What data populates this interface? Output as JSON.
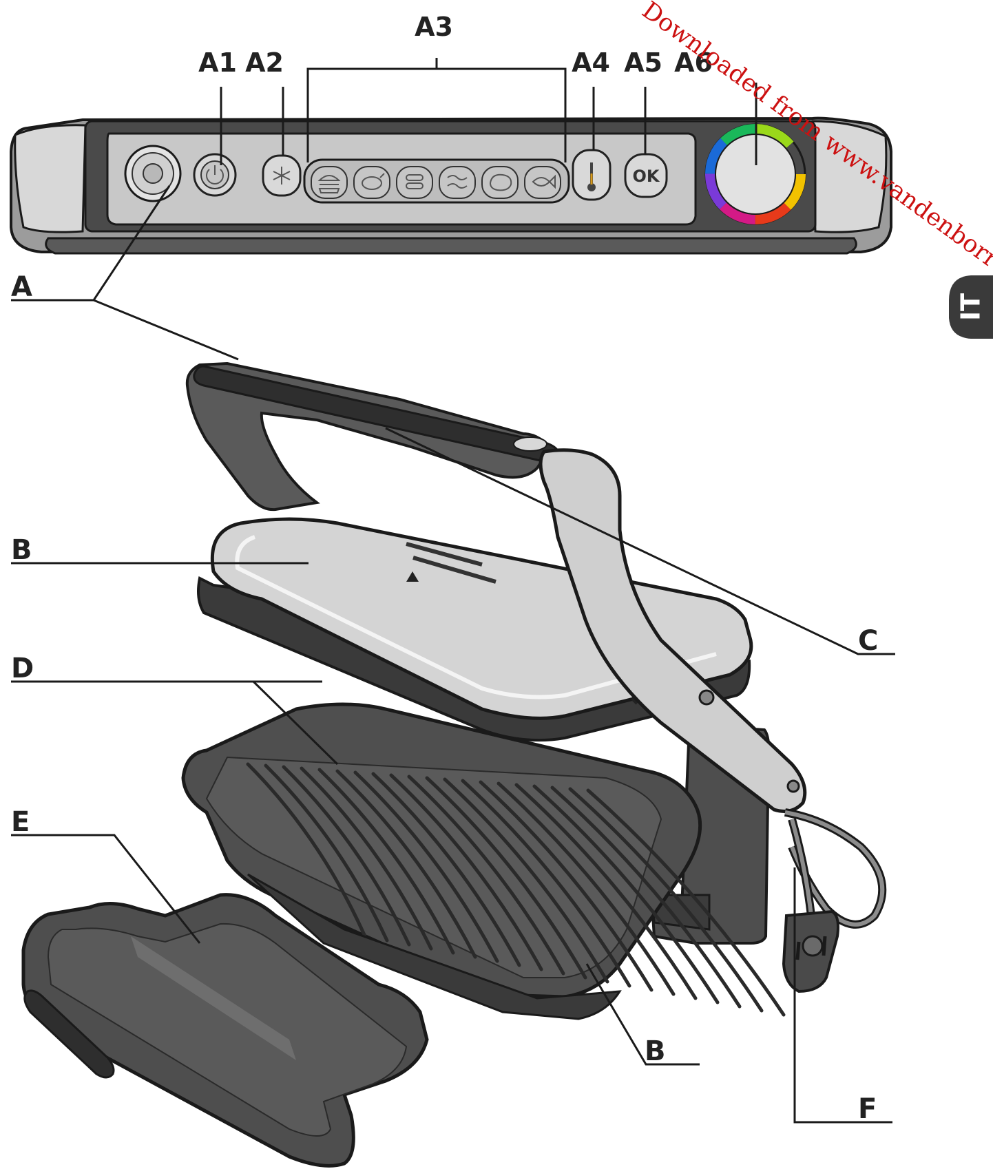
{
  "labels": {
    "a": "A",
    "a1": "A1",
    "a2": "A2",
    "a3": "A3",
    "a4": "A4",
    "a5": "A5",
    "a6": "A6",
    "b_top": "B",
    "b_bottom": "B",
    "c": "C",
    "d": "D",
    "e": "E",
    "f": "F"
  },
  "panel": {
    "ok_label": "OK"
  },
  "language_tab": "IT",
  "watermark": "Downloaded from www.vandenborre.be",
  "colors": {
    "outline": "#1a1a1a",
    "panel_dark": "#4a4a4a",
    "panel_silver": "#c8c8c8",
    "plate_dark": "#5a5a5a",
    "tab": "#3a3a3a",
    "watermark": "#cc1111"
  },
  "icons": [
    "power-icon",
    "snowflake-icon",
    "burger-icon",
    "poultry-icon",
    "sausage-icon",
    "bacon-icon",
    "steak-icon",
    "fish-icon",
    "thermometer-icon",
    "ok-icon",
    "color-ring-dial"
  ]
}
